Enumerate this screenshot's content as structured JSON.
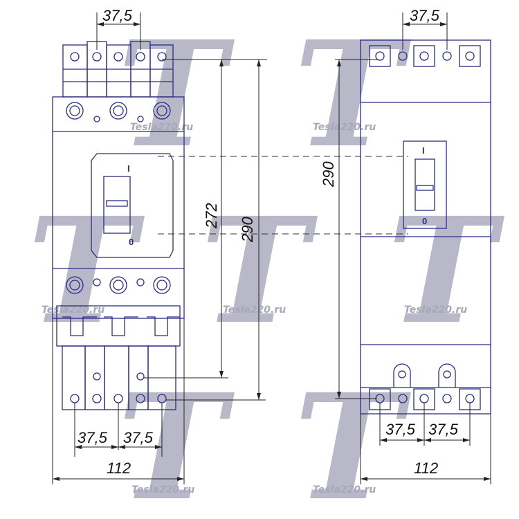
{
  "dimensions": {
    "pitch_top_left": "37,5",
    "pitch_top_right": "37,5",
    "height_272": "272",
    "height_290_left": "290",
    "height_290_right": "290",
    "pitch_bottom_left_1": "37,5",
    "pitch_bottom_left_2": "37,5",
    "pitch_bottom_right_1": "37,5",
    "pitch_bottom_right_2": "37,5",
    "width_left": "112",
    "width_right": "112"
  },
  "markings": {
    "on_symbol": "I",
    "off_symbol": "0"
  },
  "watermark": {
    "letter": "T",
    "text": "Tesla220.ru"
  },
  "colors": {
    "drawing_line": "#2b2b86",
    "watermark": "#7d7d9c"
  }
}
